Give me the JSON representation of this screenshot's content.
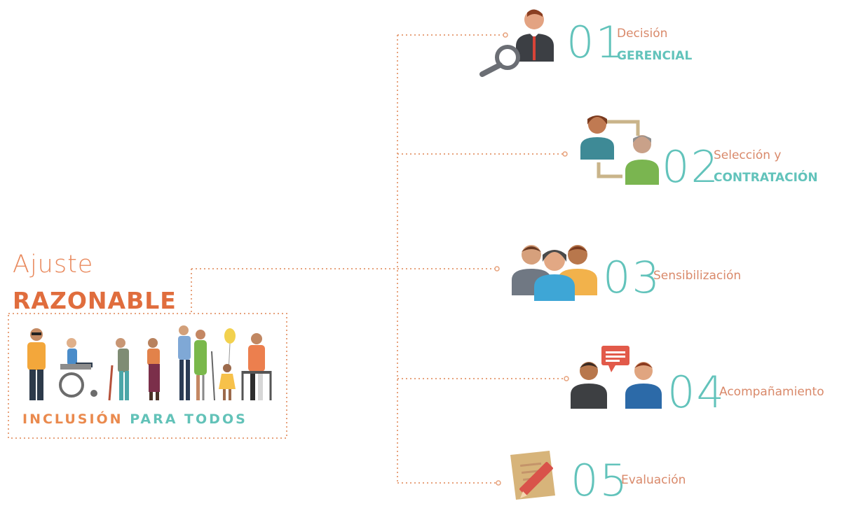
{
  "header": {
    "title_light": "Ajuste",
    "title_bold": "RAZONABLE",
    "tagline_part1": "INCLUSIÓN",
    "tagline_part2": "PARA TODOS"
  },
  "steps": [
    {
      "number": "01",
      "label_top": "Decisión",
      "label_bold": "GERENCIAL",
      "icon": "manager-search-icon"
    },
    {
      "number": "02",
      "label_top": "Selección y",
      "label_bold": "CONTRATACIÓN",
      "icon": "hiring-exchange-icon"
    },
    {
      "number": "03",
      "label_top": "Sensibilización",
      "label_bold": "",
      "icon": "group-people-icon"
    },
    {
      "number": "04",
      "label_top": "Acompañamiento",
      "label_bold": "",
      "icon": "conversation-icon"
    },
    {
      "number": "05",
      "label_top": "Evaluación",
      "label_bold": "",
      "icon": "evaluation-pencil-icon"
    }
  ],
  "colors": {
    "orange": "#e06d3d",
    "teal": "#62c3bb",
    "dotted_line": "#e7a27c"
  }
}
